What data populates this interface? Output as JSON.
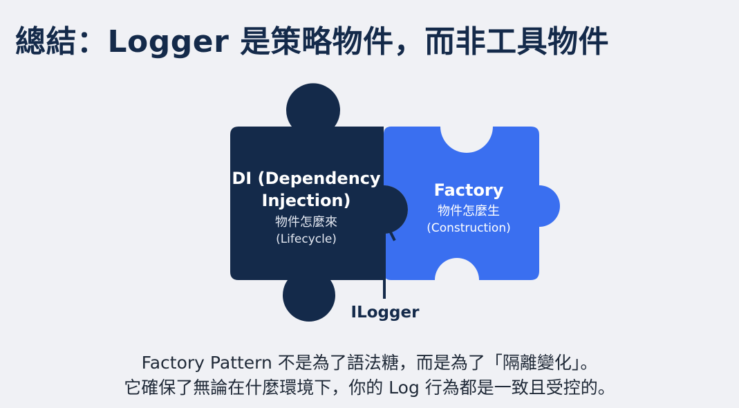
{
  "title": "總結：Logger 是策略物件，而非工具物件",
  "colors": {
    "background": "#f0f1f5",
    "title": "#142a4a",
    "di_piece": "#142a4a",
    "factory_piece": "#3a6ff0",
    "arrow": "#142a4a",
    "body_text": "#1f2937"
  },
  "di_piece": {
    "title_line1": "DI (Dependency",
    "title_line2": "Injection)",
    "subtitle": "物件怎麼來",
    "note": "(Lifecycle)"
  },
  "factory_piece": {
    "title": "Factory",
    "subtitle": "物件怎麼生",
    "note": "(Construction)"
  },
  "interface_label": "ILogger",
  "summary": {
    "line1": "Factory Pattern 不是為了語法糖，而是為了「隔離變化」。",
    "line2": "它確保了無論在什麼環境下，你的 Log 行為都是一致且受控的。"
  }
}
